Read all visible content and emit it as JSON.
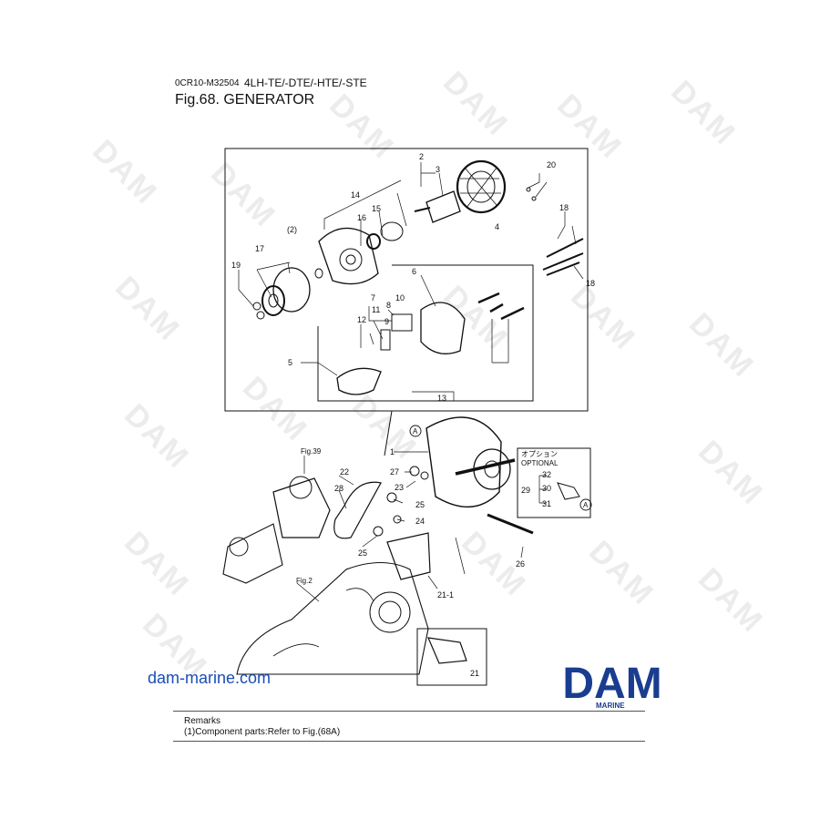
{
  "header": {
    "code": "0CR10-M32504",
    "model": "4LH-TE/-DTE/-HTE/-STE",
    "title": "Fig.68.  GENERATOR"
  },
  "watermark": {
    "text": "DAM"
  },
  "callouts": {
    "n2": "2",
    "n3": "3",
    "n4": "4",
    "n14": "14",
    "n15": "15",
    "n16": "16",
    "n2p": "(2)",
    "n17": "17",
    "n19": "19",
    "n20": "20",
    "n18a": "18",
    "n18b": "18",
    "n6": "6",
    "n7": "7",
    "n8": "8",
    "n10": "10",
    "n11": "11",
    "n12": "12",
    "n9": "9",
    "n5": "5",
    "n13": "13",
    "n1": "1",
    "nA1": "A",
    "nA2": "A",
    "n27": "27",
    "n23": "23",
    "n22": "22",
    "n28": "28",
    "n25a": "25",
    "n25b": "25",
    "n24": "24",
    "n26": "26",
    "n21_1": "21-1",
    "n21": "21",
    "n32": "32",
    "n29": "29",
    "n30": "30",
    "n31": "31"
  },
  "refs": {
    "fig39": "Fig.39",
    "fig2": "Fig.2"
  },
  "optional": {
    "jp": "オプション",
    "en": "OPTIONAL"
  },
  "site_link": "dam-marine.com",
  "logo": {
    "main": "DAM",
    "sub": "MARINE",
    "color": "#1a3d8f"
  },
  "remarks": {
    "heading": "Remarks",
    "line1": "(1)Component parts:Refer to Fig.(68A)"
  }
}
